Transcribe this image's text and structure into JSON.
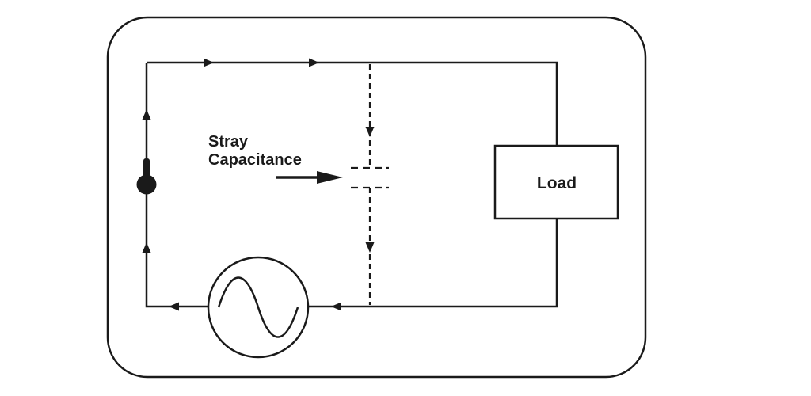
{
  "diagram": {
    "stray_label_line1": "Stray",
    "stray_label_line2": "Capacitance",
    "load_label": "Load",
    "colors": {
      "stroke": "#1a1a1a",
      "background": "#ffffff"
    },
    "components": [
      "enclosure",
      "ac-voltage-source",
      "load",
      "stray-capacitance",
      "thermostat-sensor"
    ]
  }
}
